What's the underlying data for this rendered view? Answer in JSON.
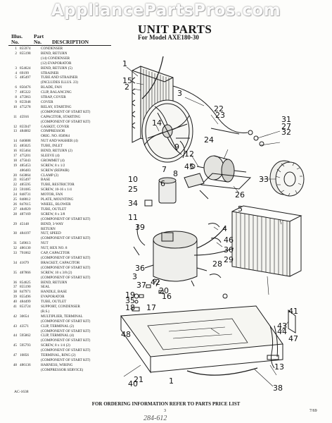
{
  "watermark": "AppliancePartsPros.com",
  "title": "UNIT PARTS",
  "model_line": "For Model AXE180-30",
  "table": {
    "col_illus": "Illus.",
    "col_no": "No.",
    "col_part": "Part",
    "col_part_no": "No.",
    "col_description": "DESCRIPTION",
    "rows": [
      {
        "n": "1",
        "p": "855974",
        "d": "CONDENSER"
      },
      {
        "n": "2",
        "p": "855198",
        "d": "BEND, RETURN"
      },
      {
        "n": "",
        "p": "",
        "d": "(14) CONDENSER"
      },
      {
        "n": "",
        "p": "",
        "d": "(12) EVAPORATOR"
      },
      {
        "n": "3",
        "p": "854624",
        "d": "BEND, RETURN (5)"
      },
      {
        "n": "4",
        "p": "69199",
        "d": "STRAINER"
      },
      {
        "n": "5",
        "p": "485497",
        "d": "TUBE AND STRAINER"
      },
      {
        "n": "",
        "p": "",
        "d": "(INCLUDES ILLUS. 23)"
      },
      {
        "n": "6",
        "p": "850476",
        "d": "BLADE, FAN"
      },
      {
        "n": "7",
        "p": "485322",
        "d": "CLIP, BALANCING"
      },
      {
        "n": "8",
        "p": "475963",
        "d": "STRAP, COVER"
      },
      {
        "n": "9",
        "p": "855948",
        "d": "COVER"
      },
      {
        "n": "10",
        "p": "475278",
        "d": "RELAY, STARTING"
      },
      {
        "n": "",
        "p": "",
        "d": "(COMPONENT OF START KIT)"
      },
      {
        "n": "11",
        "p": "45916",
        "d": "CAPACITOR, STARTING"
      },
      {
        "n": "",
        "p": "",
        "d": "(COMPONENT OF START KIT)"
      },
      {
        "n": "12",
        "p": "855947",
        "d": "GASKET, COVER"
      },
      {
        "n": "13",
        "p": "484002",
        "d": "COMPRESSOR"
      },
      {
        "n": "",
        "p": "",
        "d": "ORIG. NO. 858964"
      },
      {
        "n": "14",
        "p": "646888",
        "d": "NUT AND WASHER (4)"
      },
      {
        "n": "15",
        "p": "485025",
        "d": "TUBE, INLET"
      },
      {
        "n": "16",
        "p": "855464",
        "d": "BEND, RETURN (2)"
      },
      {
        "n": "17",
        "p": "475201",
        "d": "SLEEVE (4)"
      },
      {
        "n": "18",
        "p": "475043",
        "d": "GROMMET (4)"
      },
      {
        "n": "19",
        "p": "485453",
        "d": "SCREW, 8 x 1/2"
      },
      {
        "n": "",
        "p": "486483",
        "d": "SCREW (REPAIR)"
      },
      {
        "n": "20",
        "p": "643864",
        "d": "CLAMP (2)"
      },
      {
        "n": "21",
        "p": "855497",
        "d": "BASE"
      },
      {
        "n": "22",
        "p": "485595",
        "d": "TUBE, RESTRICTOR"
      },
      {
        "n": "23",
        "p": "591085",
        "d": "SCREW, 10-16 x 1/4"
      },
      {
        "n": "24",
        "p": "848731",
        "d": "MOTOR, FAN"
      },
      {
        "n": "25",
        "p": "848812",
        "d": "PLATE, MOUNTING"
      },
      {
        "n": "26",
        "p": "847615",
        "d": "WHEEL, BLOWER"
      },
      {
        "n": "27",
        "p": "484929",
        "d": "TUBE, OUTLET"
      },
      {
        "n": "28",
        "p": "487169",
        "d": "SCREW, 8 x 3/8"
      },
      {
        "n": "",
        "p": "",
        "d": "(COMPONENT OF START KIT)"
      },
      {
        "n": "29",
        "p": "45148",
        "d": "BEND, 3-WAY"
      },
      {
        "n": "",
        "p": "",
        "d": "RETURN"
      },
      {
        "n": "30",
        "p": "484197",
        "d": "NUT, SPEED"
      },
      {
        "n": "",
        "p": "",
        "d": "(COMPONENT OF START KIT)"
      },
      {
        "n": "31",
        "p": "549613",
        "d": "NUT"
      },
      {
        "n": "32",
        "p": "486130",
        "d": "NUT, HEX NO. 8"
      },
      {
        "n": "33",
        "p": "791862",
        "d": "CAP, CAPACITOR"
      },
      {
        "n": "",
        "p": "",
        "d": "(COMPONENT OF START KIT)"
      },
      {
        "n": "34",
        "p": "41679",
        "d": "BRACKET, CAPACITOR"
      },
      {
        "n": "",
        "p": "",
        "d": "(COMPONENT OF START KIT)"
      },
      {
        "n": "35",
        "p": "487866",
        "d": "SCREW, 10 x 3/8 (2)"
      },
      {
        "n": "",
        "p": "",
        "d": "(COMPONENT OF START KIT)"
      },
      {
        "n": "36",
        "p": "854625",
        "d": "BEND, RETURN"
      },
      {
        "n": "37",
        "p": "855190",
        "d": "SEAL"
      },
      {
        "n": "38",
        "p": "847971",
        "d": "HANDLE, BASE"
      },
      {
        "n": "39",
        "p": "855496",
        "d": "EVAPORATOR"
      },
      {
        "n": "40",
        "p": "484499",
        "d": "TUBE, OUTLET"
      },
      {
        "n": "41",
        "p": "853724",
        "d": "SUPPORT, CONDENSER"
      },
      {
        "n": "",
        "p": "",
        "d": "(R.S.)"
      },
      {
        "n": "42",
        "p": "30654",
        "d": "MULTIPLIER, TERMINAL"
      },
      {
        "n": "",
        "p": "",
        "d": "(COMPONENT OF START KIT)"
      },
      {
        "n": "43",
        "p": "43571",
        "d": "CLIP, TERMINAL (2)"
      },
      {
        "n": "",
        "p": "",
        "d": "(COMPONENT OF START KIT)"
      },
      {
        "n": "44",
        "p": "595862",
        "d": "CLIP, TERMINAL (4)"
      },
      {
        "n": "",
        "p": "",
        "d": "(COMPONENT OF START KIT)"
      },
      {
        "n": "45",
        "p": "595793",
        "d": "SCREW, 8 x 1/4 (2)"
      },
      {
        "n": "",
        "p": "",
        "d": "(COMPONENT OF START KIT)"
      },
      {
        "n": "47",
        "p": "10856",
        "d": "TERMINAL, RING (2)"
      },
      {
        "n": "",
        "p": "",
        "d": "(COMPONENT OF START KIT)"
      },
      {
        "n": "48",
        "p": "486136",
        "d": "HARNESS, WIRING"
      },
      {
        "n": "",
        "p": "",
        "d": "(COMPRESSOR SERVICE)"
      }
    ]
  },
  "diagram_ref": "AC-1638",
  "footer": "FOR ORDERING INFORMATION REFER TO PARTS PRICE LIST",
  "page_number": "3",
  "page_code": "7/69",
  "handwritten": "284-612",
  "callouts": [
    "1",
    "15",
    "2",
    "14",
    "3",
    "22",
    "23",
    "31",
    "27",
    "32",
    "9",
    "24",
    "12",
    "45",
    "7",
    "8",
    "6",
    "10",
    "33",
    "26",
    "25",
    "34",
    "5",
    "11",
    "39",
    "4",
    "46",
    "30",
    "29",
    "28",
    "36",
    "3",
    "37",
    "19",
    "35",
    "18",
    "17",
    "20",
    "16",
    "42",
    "43",
    "44",
    "47",
    "48",
    "41",
    "1",
    "40",
    "13",
    "21",
    "38"
  ]
}
